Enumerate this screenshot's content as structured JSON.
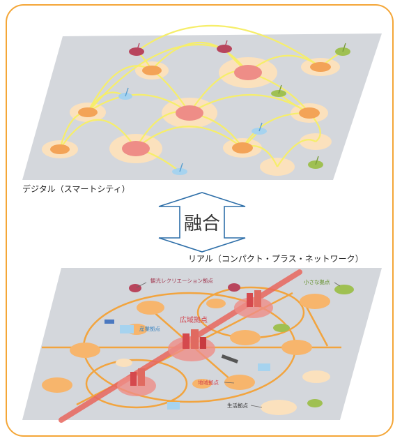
{
  "labels": {
    "digital": "デジタル（スマートシティ）",
    "fusion": "融合",
    "real": "リアル（コンパクト・プラス・ネットワーク）"
  },
  "map_labels": {
    "tourism": "観光レクリエーション拠点",
    "small": "小さな拠点",
    "industry": "産業拠点",
    "wide": "広域拠点",
    "regional": "地域拠点",
    "life": "生活拠点"
  },
  "colors": {
    "frame": "#f4a637",
    "plane": "#d4d7dc",
    "link": "#f6ee6a",
    "node_orange": "#f3a357",
    "node_halo": "#fbe1bd",
    "node_pink": "#ee8d87",
    "node_blue": "#a6d3ef",
    "node_green": "#9fc052",
    "node_maroon": "#b8455d",
    "arrow": "#2d6ea8",
    "road": "#f2a43e",
    "rail": "#e8675e"
  },
  "icons": {
    "arrow": "double-headed-vertical-arrow",
    "pin": "map-pin",
    "building": "building-cluster",
    "tree": "tree",
    "house": "house",
    "bus": "bus"
  }
}
